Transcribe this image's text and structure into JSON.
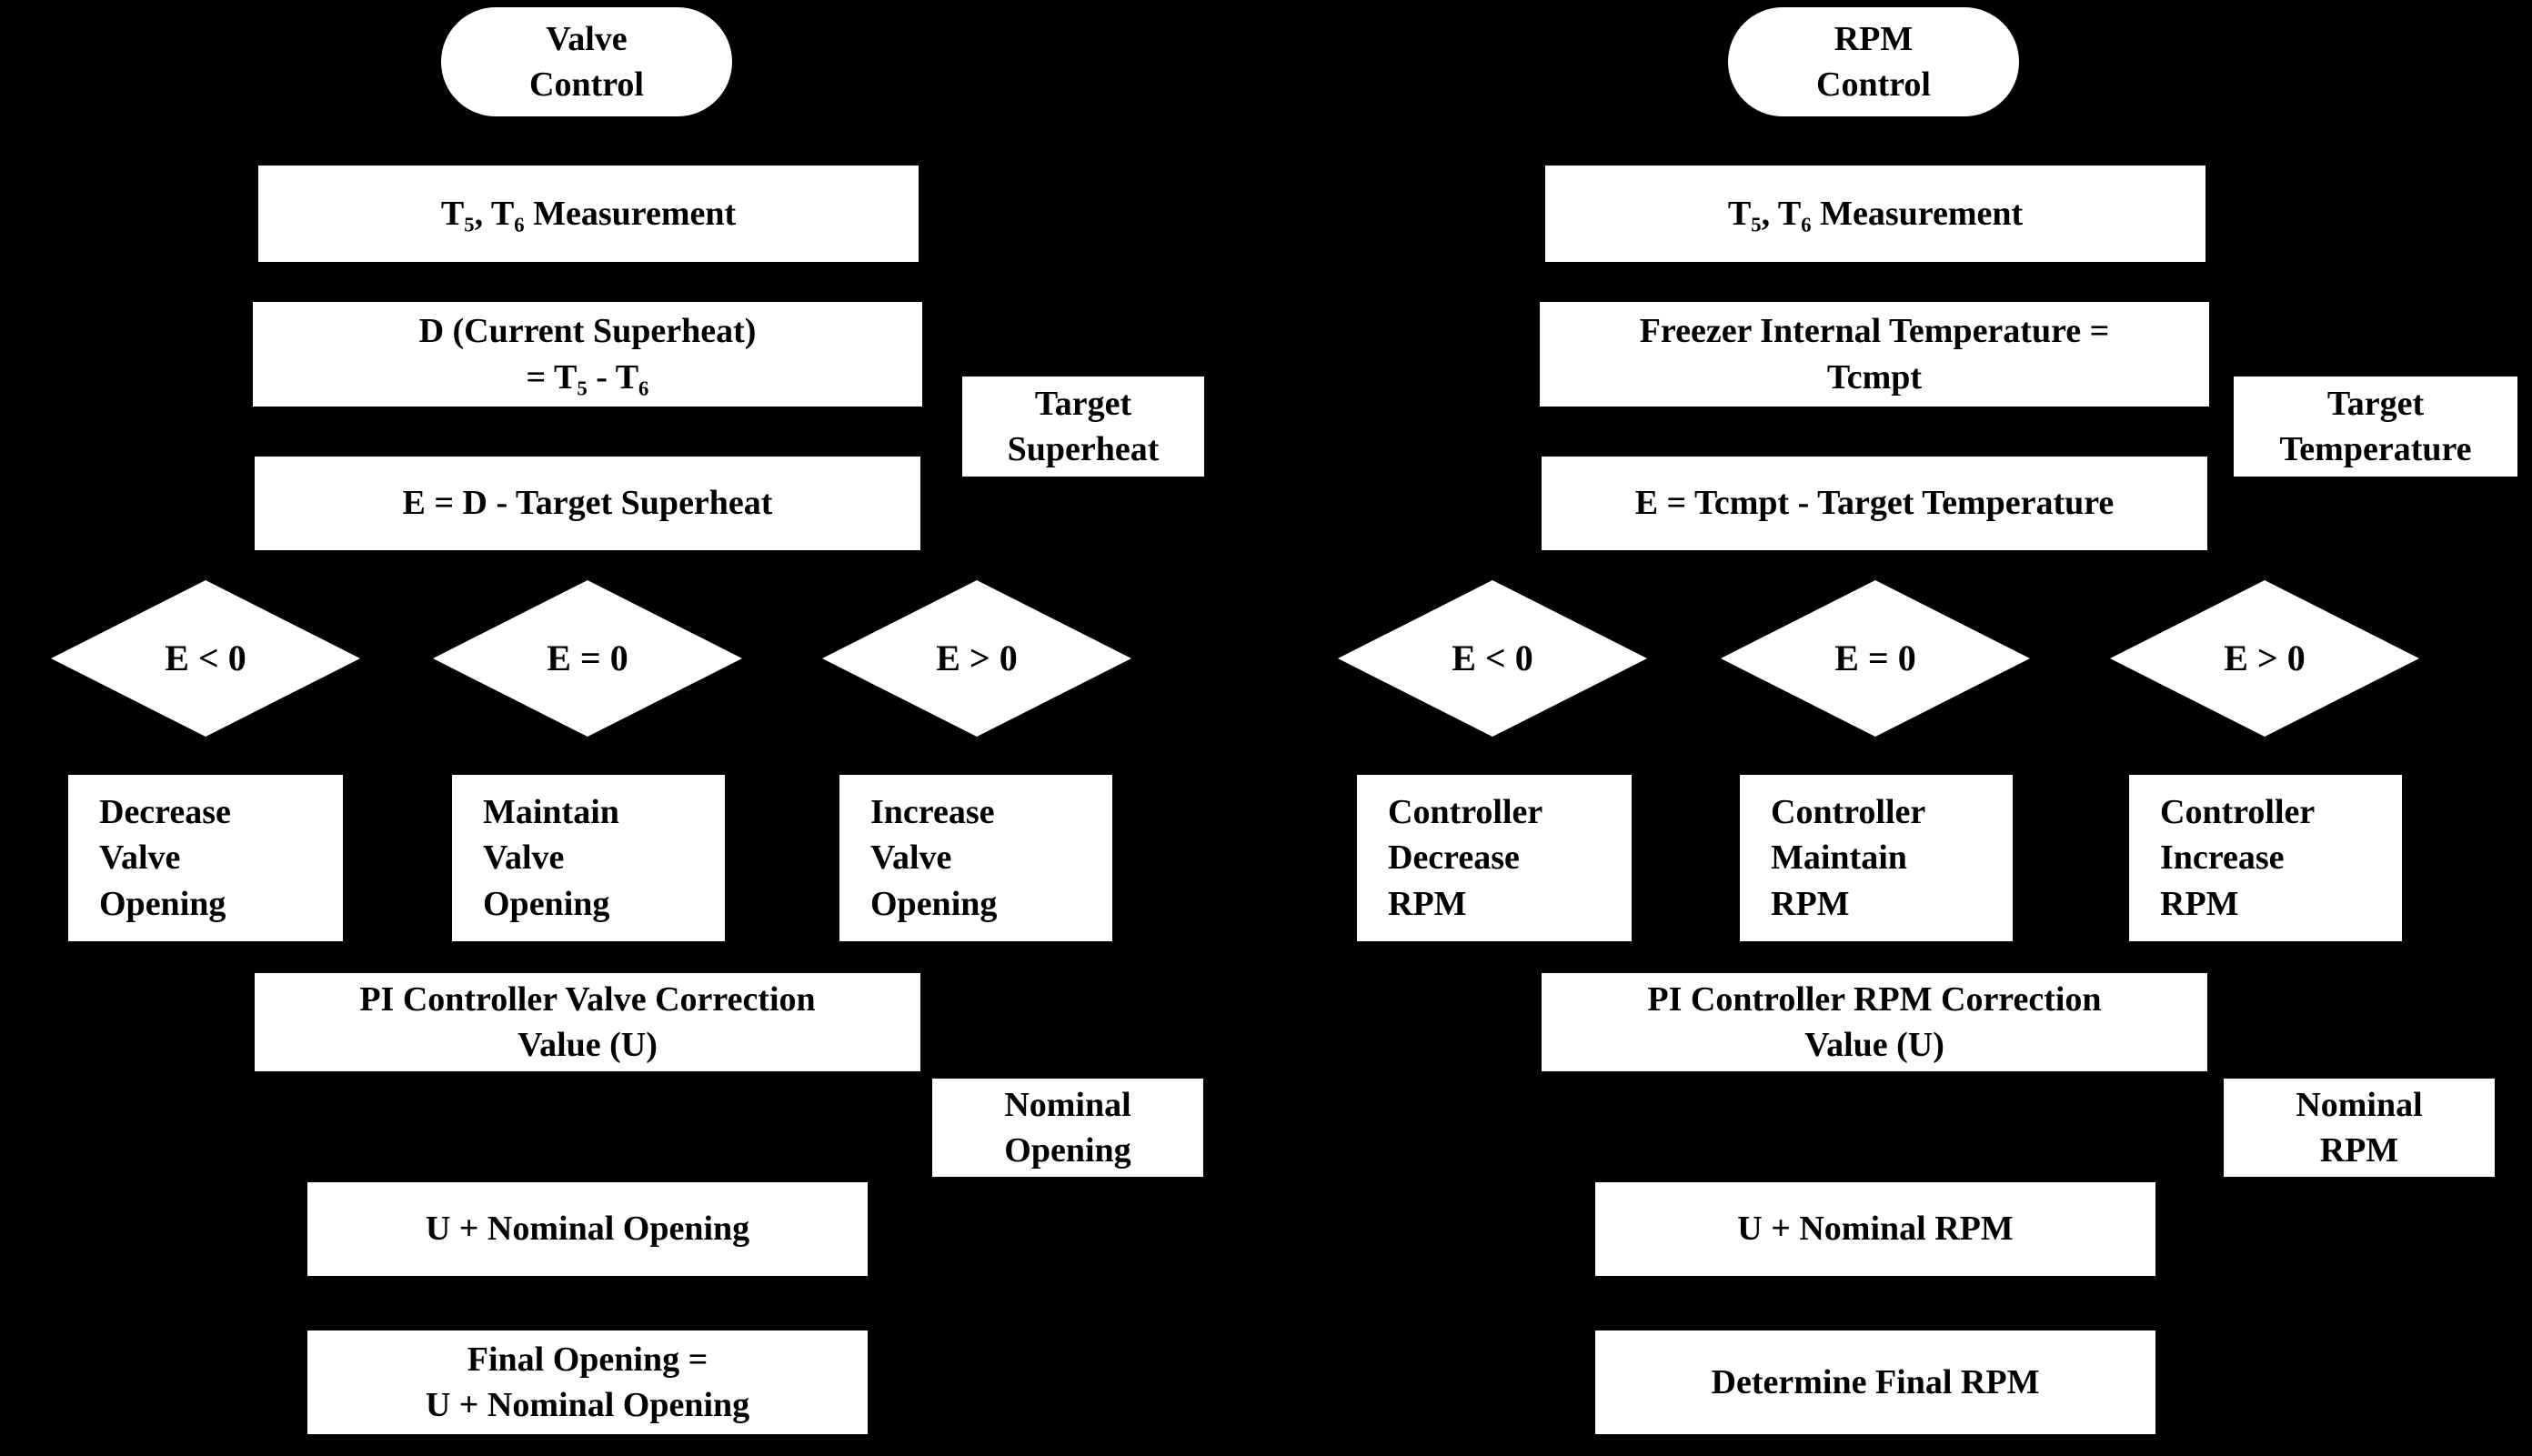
{
  "colors": {
    "background": "#000000",
    "node_fill": "#ffffff",
    "text": "#000000"
  },
  "left": {
    "title": "Valve\nControl",
    "measurement": "T₅, T₆ Measurement",
    "current_superheat": "D (Current Superheat)\n= T₅ - T₆",
    "target_superheat": "Target\nSuperheat",
    "error": "E = D - Target Superheat",
    "decision_negative": "E < 0",
    "decision_zero": "E = 0",
    "decision_positive": "E > 0",
    "action_negative": "Decrease\nValve\nOpening",
    "action_zero": "Maintain\nValve\nOpening",
    "action_positive": "Increase\nValve\nOpening",
    "pi_controller": "PI Controller Valve Correction\nValue (U)",
    "nominal": "Nominal\nOpening",
    "sum": "U + Nominal Opening",
    "final": "Final Opening =\nU + Nominal Opening"
  },
  "right": {
    "title": "RPM\nControl",
    "measurement": "T₅, T₆ Measurement",
    "current_temperature": "Freezer Internal Temperature =\nTcmpt",
    "target_temperature": "Target\nTemperature",
    "error": "E = Tcmpt - Target Temperature",
    "decision_negative": "E < 0",
    "decision_zero": "E = 0",
    "decision_positive": "E > 0",
    "action_negative": "Controller\nDecrease\nRPM",
    "action_zero": "Controller\nMaintain\nRPM",
    "action_positive": "Controller\nIncrease\nRPM",
    "pi_controller": "PI Controller RPM Correction\nValue (U)",
    "nominal": "Nominal\nRPM",
    "sum": "U + Nominal RPM",
    "final": "Determine Final RPM"
  }
}
